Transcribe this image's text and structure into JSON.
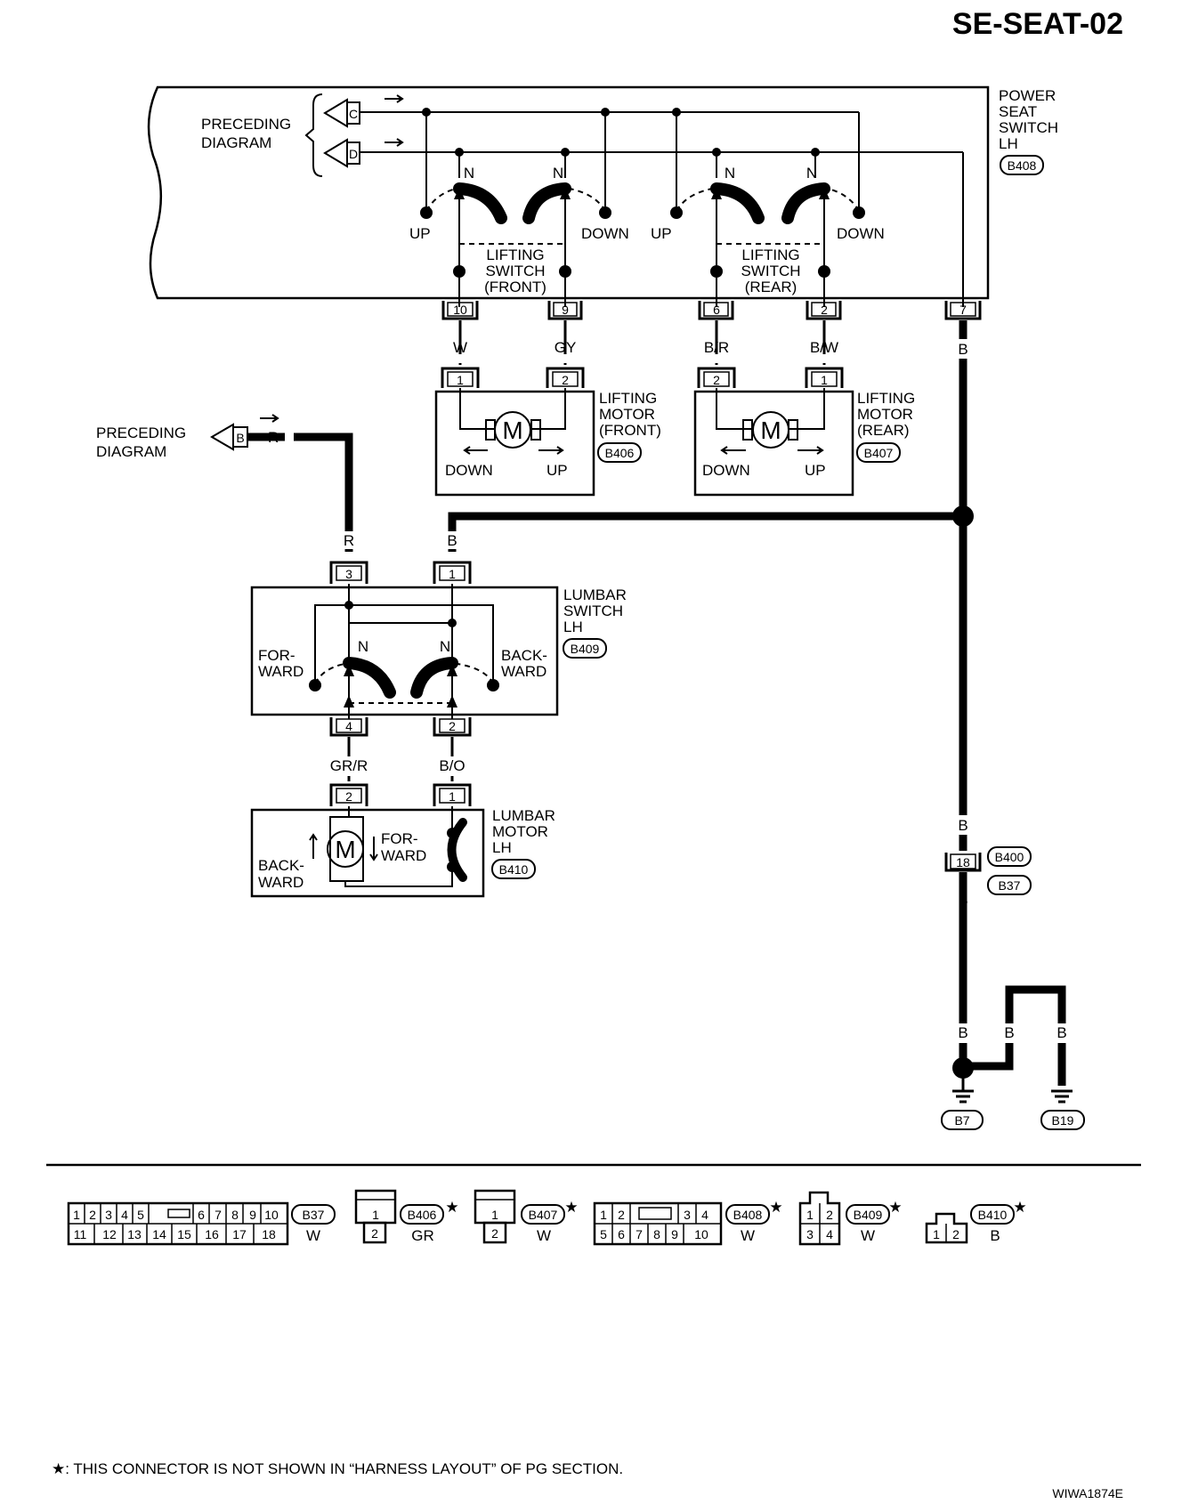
{
  "page_id": "SE-SEAT-02",
  "figure_code": "WIWA1874E",
  "footnote": "★: THIS CONNECTOR IS NOT SHOWN IN “HARNESS LAYOUT” OF PG SECTION.",
  "preceding_diagram": {
    "line1": "PRECEDING",
    "line2": "DIAGRAM",
    "conn_c": "C",
    "conn_d": "D",
    "conn_b": "B",
    "wire_r": "R"
  },
  "power_seat_switch": {
    "line1": "POWER",
    "line2": "SEAT",
    "line3": "SWITCH",
    "line4": "LH",
    "connector": "B408"
  },
  "switch_labels": {
    "n": "N",
    "up": "UP",
    "down": "DOWN"
  },
  "lifting_switch_front": {
    "line1": "LIFTING",
    "line2": "SWITCH",
    "line3": "(FRONT)",
    "pin_a": "10",
    "pin_b": "9",
    "wire_a": "W",
    "wire_b": "GY"
  },
  "lifting_switch_rear": {
    "line1": "LIFTING",
    "line2": "SWITCH",
    "line3": "(REAR)",
    "pin_a": "6",
    "pin_b": "2",
    "wire_a": "B/R",
    "wire_b": "B/W"
  },
  "ground_pin": {
    "pin": "7",
    "wire": "B"
  },
  "lifting_motor_front": {
    "line1": "LIFTING",
    "line2": "MOTOR",
    "line3": "(FRONT)",
    "connector": "B406",
    "pin_a": "1",
    "pin_b": "2",
    "m": "M",
    "down": "DOWN",
    "up": "UP"
  },
  "lifting_motor_rear": {
    "line1": "LIFTING",
    "line2": "MOTOR",
    "line3": "(REAR)",
    "connector": "B407",
    "pin_a": "2",
    "pin_b": "1",
    "m": "M",
    "down": "DOWN",
    "up": "UP"
  },
  "lumbar_switch": {
    "line1": "LUMBAR",
    "line2": "SWITCH",
    "line3": "LH",
    "connector": "B409",
    "pin_top_a": "3",
    "pin_top_b": "1",
    "pin_bot_a": "4",
    "pin_bot_b": "2",
    "wire_top_a": "R",
    "wire_top_b": "B",
    "wire_bot_a": "GR/R",
    "wire_bot_b": "B/O",
    "n": "N",
    "forward_1": "FOR-",
    "forward_2": "WARD",
    "backward_1": "BACK-",
    "backward_2": "WARD"
  },
  "lumbar_motor": {
    "line1": "LUMBAR",
    "line2": "MOTOR",
    "line3": "LH",
    "connector": "B410",
    "pin_a": "2",
    "pin_b": "1",
    "m": "M",
    "forward_1": "FOR-",
    "forward_2": "WARD",
    "backward_1": "BACK-",
    "backward_2": "WARD"
  },
  "joint_connector": {
    "pin": "18",
    "conn_a": "B400",
    "conn_b": "B37",
    "wire": "B"
  },
  "grounds": {
    "wire": "B",
    "g1": "B7",
    "g2": "B19"
  },
  "connector_legend": {
    "b37": {
      "id": "B37",
      "color": "W",
      "row1": [
        "1",
        "2",
        "3",
        "4",
        "5",
        "6",
        "7",
        "8",
        "9",
        "10"
      ],
      "row2": [
        "11",
        "12",
        "13",
        "14",
        "15",
        "16",
        "17",
        "18"
      ]
    },
    "b406": {
      "id": "B406",
      "color": "GR",
      "pins": [
        "1",
        "2"
      ]
    },
    "b407": {
      "id": "B407",
      "color": "W",
      "pins": [
        "1",
        "2"
      ]
    },
    "b408": {
      "id": "B408",
      "color": "W",
      "row1": [
        "1",
        "2",
        "3",
        "4"
      ],
      "row2": [
        "5",
        "6",
        "7",
        "8",
        "9",
        "10"
      ]
    },
    "b409": {
      "id": "B409",
      "color": "W",
      "pins": [
        "1",
        "2",
        "3",
        "4"
      ]
    },
    "b410": {
      "id": "B410",
      "color": "B",
      "pins": [
        "1",
        "2"
      ]
    },
    "star": "★"
  }
}
